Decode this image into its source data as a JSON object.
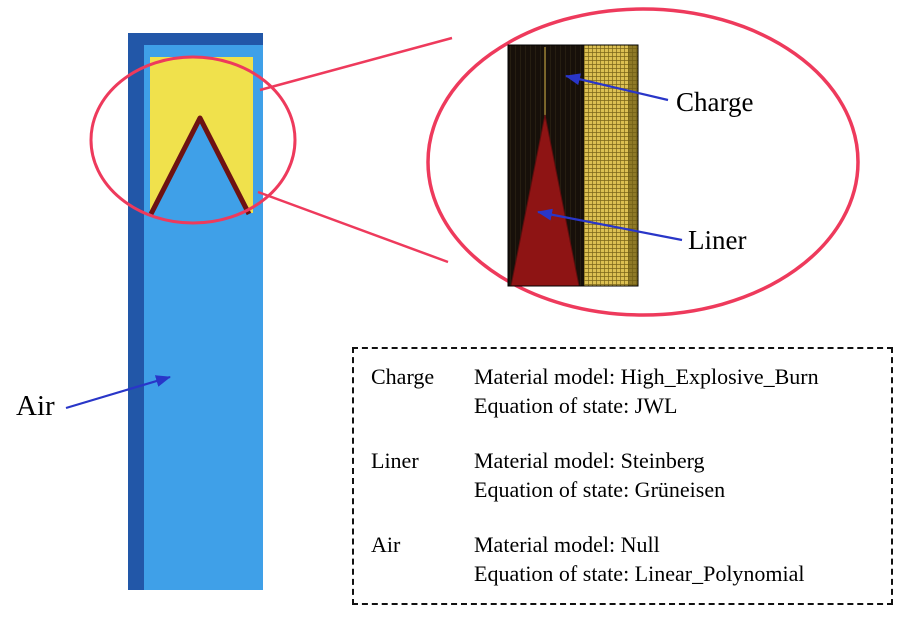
{
  "diagram_labels": {
    "air": "Air",
    "charge": "Charge",
    "liner": "Liner"
  },
  "legend": {
    "rows": [
      {
        "name": "Charge",
        "model": "Material model: High_Explosive_Burn",
        "eos": "Equation of state: JWL"
      },
      {
        "name": "Liner",
        "model": "Material model: Steinberg",
        "eos": "Equation of state: Grüneisen"
      },
      {
        "name": "Air",
        "model": "Material model: Null",
        "eos": "Equation of state: Linear_Polynomial"
      }
    ]
  },
  "colors": {
    "air_fill": "#3fa0e8",
    "column_border_blue": "#2257a8",
    "charge_yellow": "#f0e14c",
    "liner_dark_red": "#6e1212",
    "callout_red": "#ee3a5c",
    "arrow_blue": "#2936c8",
    "zoom_mesh_yellow": "#dcc052",
    "zoom_mesh_dark": "#17100a",
    "zoom_liner_red": "#8e1414"
  }
}
